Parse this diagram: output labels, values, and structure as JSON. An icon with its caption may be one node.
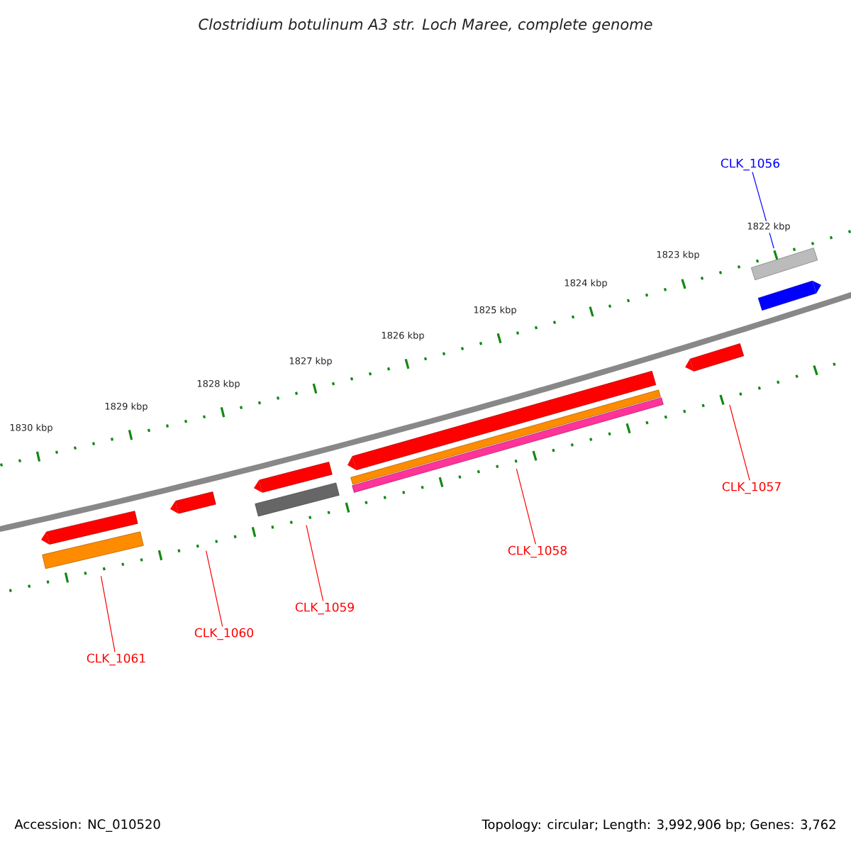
{
  "diagram": {
    "title": "Clostridium botulinum A3 str. Loch Maree, complete genome",
    "nodes": [
      {
        "text": [
          "CLK_1056"
        ]
      },
      {
        "text": [],
        "shape": "bar"
      },
      {
        "text": [
          "CLK_1057"
        ]
      },
      {
        "text": [],
        "shape": "bar"
      },
      {
        "text": [
          "CLK_1058"
        ]
      },
      {
        "text": [],
        "shape": "bar"
      },
      {
        "text": [
          "CLK_1059"
        ]
      },
      {
        "text": [],
        "shape": "bar"
      },
      {
        "text": [
          "CLK_1060"
        ]
      },
      {
        "text": [],
        "shape": "bar"
      },
      {
        "text": [
          "CLK_1061"
        ]
      },
      {
        "text": [],
        "shape": "bar"
      }
    ],
    "edges": [
      {
        "from": 0,
        "to": 1,
        "arrow": "none",
        "color": "#0000ff"
      },
      {
        "from": 2,
        "to": 3,
        "arrow": "none"
      },
      {
        "from": 4,
        "to": 5,
        "arrow": "none"
      },
      {
        "from": 6,
        "to": 7,
        "arrow": "none"
      },
      {
        "from": 8,
        "to": 9,
        "arrow": "none"
      },
      {
        "from": 10,
        "to": 11,
        "arrow": "none"
      }
    ],
    "labels": [
      "1822 kbp",
      "1823 kbp",
      "1824 kbp",
      "1825 kbp",
      "1826 kbp",
      "1827 kbp",
      "1828 kbp",
      "1829 kbp",
      "1830 kbp",
      "Accession: NC_010520",
      "Topology: circular; Length: 3,992,906 bp; Genes: 3,762"
    ]
  }
}
